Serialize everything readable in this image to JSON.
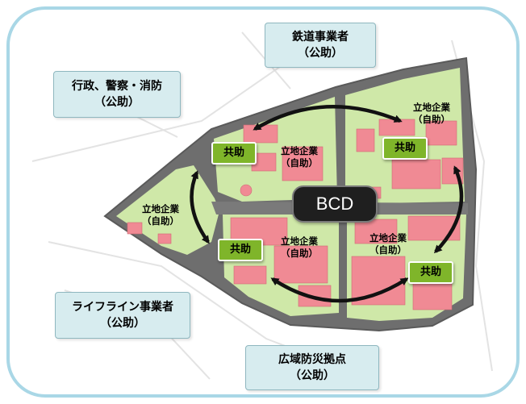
{
  "center": {
    "label": "BCD"
  },
  "public_entities": [
    {
      "id": "railway",
      "line1": "鉄道事業者",
      "line2": "（公助）"
    },
    {
      "id": "admin",
      "line1": "行政、警察・消防",
      "line2": "（公助）"
    },
    {
      "id": "lifeline",
      "line1": "ライフライン事業者",
      "line2": "（公助）"
    },
    {
      "id": "disaster-base",
      "line1": "広域防災拠点",
      "line2": "（公助）"
    }
  ],
  "mutual_aid": [
    {
      "id": "kyojo-upper-left",
      "label": "共助"
    },
    {
      "id": "kyojo-upper-right",
      "label": "共助"
    },
    {
      "id": "kyojo-lower-left",
      "label": "共助"
    },
    {
      "id": "kyojo-lower-right",
      "label": "共助"
    }
  ],
  "companies": [
    {
      "id": "company-upper-middle",
      "line1": "立地企業",
      "line2": "（自助）"
    },
    {
      "id": "company-upper-right",
      "line1": "立地企業",
      "line2": "（自助）"
    },
    {
      "id": "company-west",
      "line1": "立地企業",
      "line2": "（自助）"
    },
    {
      "id": "company-lower-middle",
      "line1": "立地企業",
      "line2": "（自助）"
    },
    {
      "id": "company-lower-right",
      "line1": "立地企業",
      "line2": "（自助）"
    }
  ],
  "colors": {
    "frame": "#a9d7e6",
    "callout_fill": "#d7ecef",
    "block_fill": "#cfe8a8",
    "road": "#6e6e6e",
    "building": "#f08a94",
    "kyojo_fill": "#7fb52a",
    "bcd_fill": "#1f1f1f"
  }
}
